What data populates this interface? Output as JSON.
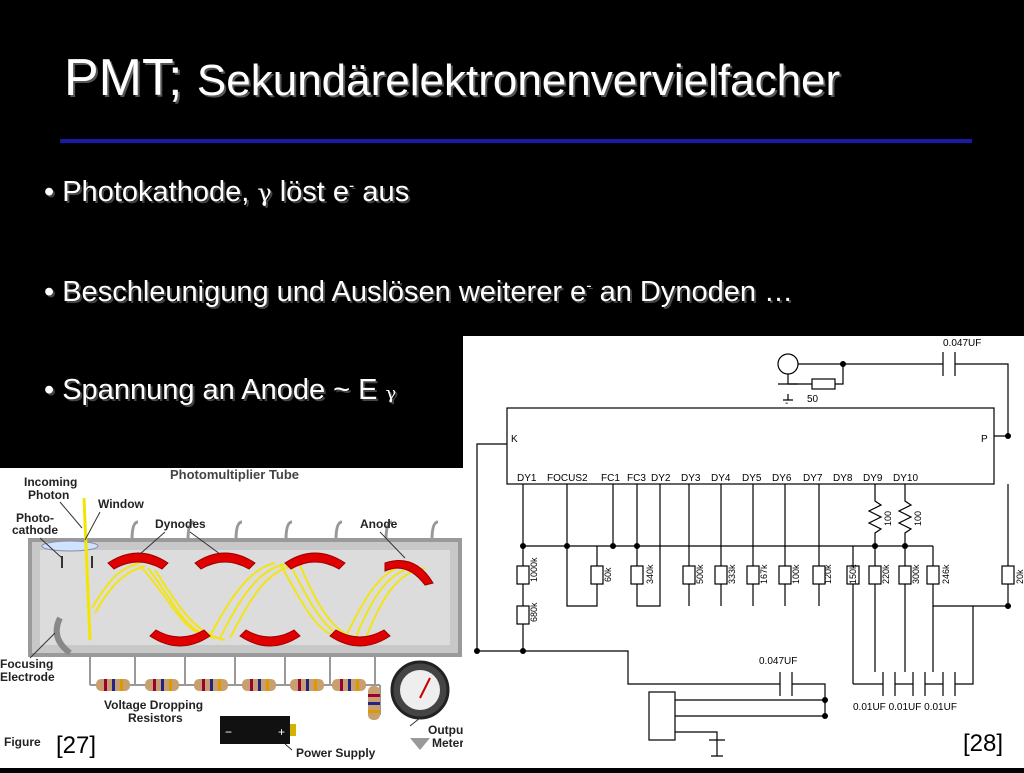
{
  "slide": {
    "title_main": "PMT; ",
    "title_sub": "Sekundärelektronenvervielfacher",
    "bullets": [
      {
        "pre": "Photokathode, ",
        "gamma": "γ",
        "mid": " löst e",
        "sup": "-",
        "post": " aus"
      },
      {
        "pre": "Beschleunigung und Auslösen weiterer e",
        "sup": "-",
        "post": " an Dynoden …"
      },
      {
        "pre": "Spannung an Anode ~ E ",
        "gamma": "γ"
      }
    ],
    "bullet_char": "•"
  },
  "figure_left": {
    "title": "Photomultiplier Tube",
    "labels": {
      "incoming_photon_1": "Incoming",
      "incoming_photon_2": "Photon",
      "window": "Window",
      "photocathode_1": "Photo-",
      "photocathode_2": "cathode",
      "dynodes": "Dynodes",
      "anode": "Anode",
      "focusing_1": "Focusing",
      "focusing_2": "Electrode",
      "resistors_1": "Voltage Dropping",
      "resistors_2": "Resistors",
      "power": "Power Supply",
      "meter_1": "Output",
      "meter_2": "Meter",
      "figure": "Figure"
    },
    "ref": "[27]"
  },
  "figure_right": {
    "pins": [
      "DY1",
      "FOCUS2",
      "FC1",
      "FC3",
      "DY2",
      "DY3",
      "DY4",
      "DY5",
      "DY6",
      "DY7",
      "DY8",
      "DY9",
      "DY10"
    ],
    "k": "K",
    "p": "P",
    "resistors": [
      "1000k",
      "680k",
      "60k",
      "340k",
      "500k",
      "333k",
      "167k",
      "100k",
      "120k",
      "150k",
      "220k",
      "300k",
      "246k",
      "20k"
    ],
    "r_top": "100",
    "r_50": "50",
    "cap_top": "0.047UF",
    "cap_mid": "0.047UF",
    "cap_bottom": "0.01UF 0.01UF 0.01UF",
    "minus": "-",
    "ref": "[28]"
  }
}
